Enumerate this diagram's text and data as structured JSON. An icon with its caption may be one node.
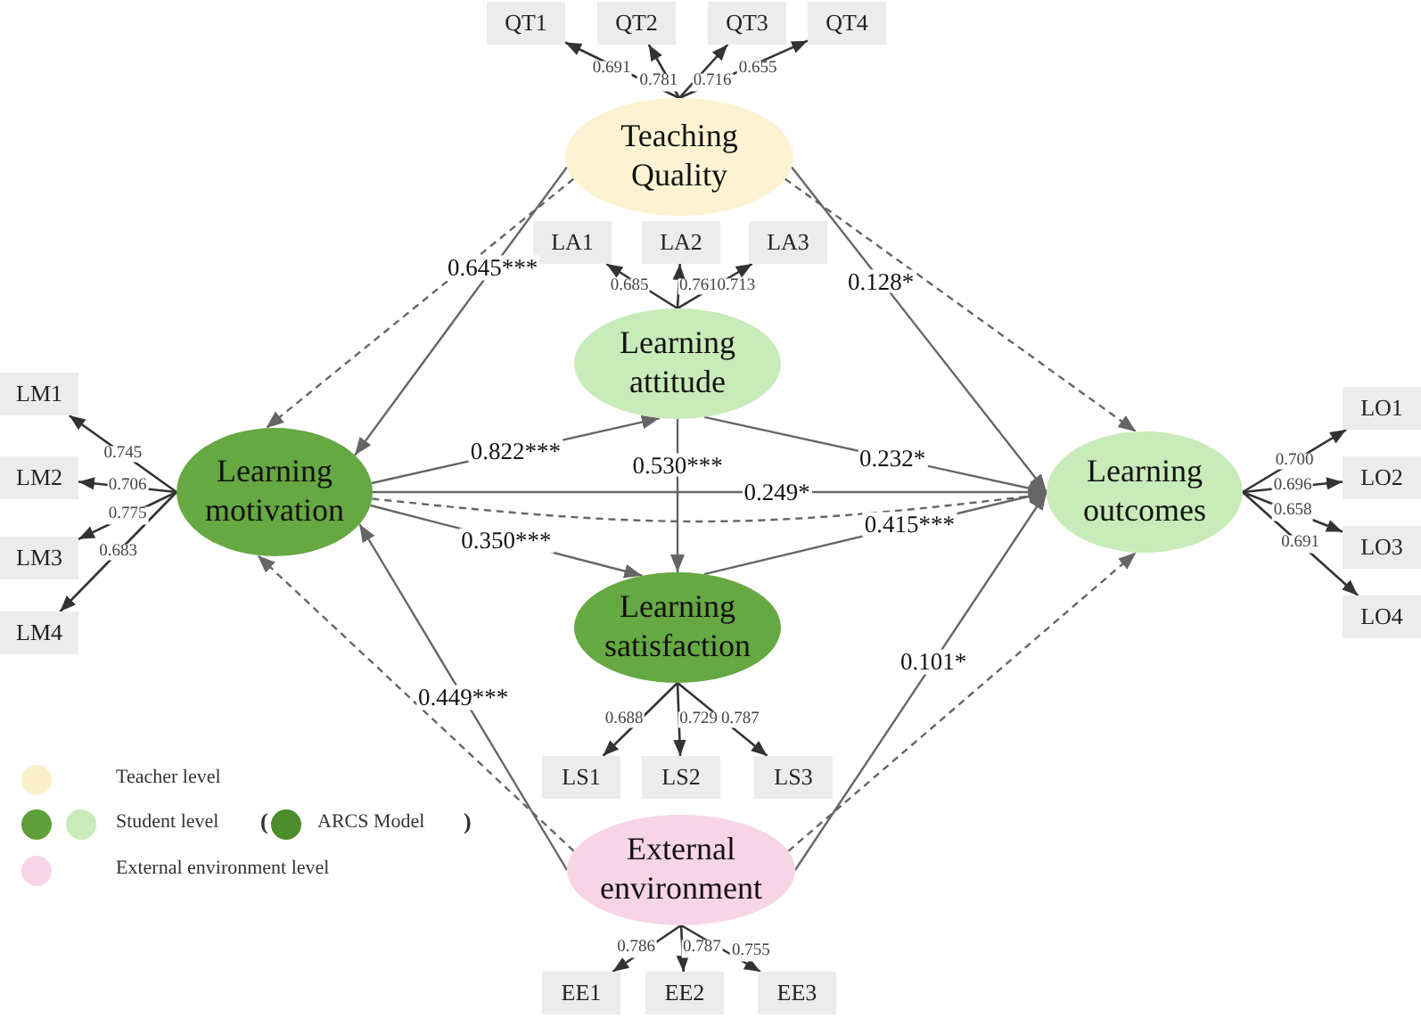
{
  "diagram": {
    "nodes": [
      {
        "text": [
          "QT1"
        ]
      },
      {
        "text": [
          "QT2"
        ]
      },
      {
        "text": [
          "QT3"
        ]
      },
      {
        "text": [
          "QT4"
        ]
      },
      {
        "text": [
          "Teaching Quality"
        ]
      },
      {
        "text": [
          "LA1"
        ]
      },
      {
        "text": [
          "LA2"
        ]
      },
      {
        "text": [
          "LA3"
        ]
      },
      {
        "text": [
          "LM1"
        ]
      },
      {
        "text": [
          "LM2"
        ]
      },
      {
        "text": [
          "LM3"
        ]
      },
      {
        "text": [
          "LM4"
        ]
      },
      {
        "text": [
          "Learning attitude"
        ]
      },
      {
        "text": [
          "Learning motivation"
        ]
      },
      {
        "text": [
          "Learning outcomes"
        ]
      },
      {
        "text": [
          "LO1"
        ]
      },
      {
        "text": [
          "LO2"
        ]
      },
      {
        "text": [
          "LO3"
        ]
      },
      {
        "text": [
          "LO4"
        ]
      },
      {
        "text": [
          "Learning satisfaction"
        ]
      },
      {
        "text": [
          "LS1"
        ]
      },
      {
        "text": [
          "LS2"
        ]
      },
      {
        "text": [
          "LS3"
        ]
      },
      {
        "text": [
          "External environment"
        ]
      },
      {
        "text": [
          "EE1"
        ]
      },
      {
        "text": [
          "EE2"
        ]
      },
      {
        "text": [
          "EE3"
        ]
      }
    ],
    "edges": [
      {
        "from": 4,
        "to": 13,
        "arrow": "to",
        "label": "0.645***"
      },
      {
        "from": 4,
        "to": 13,
        "arrow": "to",
        "style": "dashed"
      },
      {
        "from": 4,
        "to": 14,
        "arrow": "to",
        "label": "0.128*"
      },
      {
        "from": 4,
        "to": 14,
        "arrow": "to",
        "style": "dashed"
      },
      {
        "from": 13,
        "to": 12,
        "arrow": "to",
        "label": "0.822***"
      },
      {
        "from": 12,
        "to": 14,
        "arrow": "to",
        "label": "0.232*"
      },
      {
        "from": 12,
        "to": 19,
        "arrow": "to",
        "label": "0.530***"
      },
      {
        "from": 13,
        "to": 14,
        "arrow": "to",
        "label": "0.249*"
      },
      {
        "from": 13,
        "to": 14,
        "arrow": "to",
        "style": "dashed"
      },
      {
        "from": 13,
        "to": 19,
        "arrow": "to",
        "label": "0.350***"
      },
      {
        "from": 19,
        "to": 14,
        "arrow": "to",
        "label": "0.415***"
      },
      {
        "from": 23,
        "to": 13,
        "arrow": "to",
        "label": "0.449***"
      },
      {
        "from": 23,
        "to": 13,
        "arrow": "to",
        "style": "dashed"
      },
      {
        "from": 23,
        "to": 14,
        "arrow": "to",
        "label": "0.101*"
      },
      {
        "from": 23,
        "to": 14,
        "arrow": "to",
        "style": "dashed"
      },
      {
        "from": 4,
        "to": 0,
        "arrow": "to",
        "label": "0.691"
      },
      {
        "from": 4,
        "to": 1,
        "arrow": "to",
        "label": "0.781"
      },
      {
        "from": 4,
        "to": 2,
        "arrow": "to",
        "label": "0.716"
      },
      {
        "from": 4,
        "to": 3,
        "arrow": "to",
        "label": "0.655"
      },
      {
        "from": 12,
        "to": 5,
        "arrow": "to",
        "label": "0.685"
      },
      {
        "from": 12,
        "to": 6,
        "arrow": "to",
        "label": "0.761"
      },
      {
        "from": 12,
        "to": 7,
        "arrow": "to",
        "label": "0.713"
      },
      {
        "from": 13,
        "to": 8,
        "arrow": "to",
        "label": "0.745"
      },
      {
        "from": 13,
        "to": 9,
        "arrow": "to",
        "label": "0.706"
      },
      {
        "from": 13,
        "to": 10,
        "arrow": "to",
        "label": "0.775"
      },
      {
        "from": 13,
        "to": 11,
        "arrow": "to",
        "label": "0.683"
      },
      {
        "from": 14,
        "to": 15,
        "arrow": "to",
        "label": "0.700"
      },
      {
        "from": 14,
        "to": 16,
        "arrow": "to",
        "label": "0.696"
      },
      {
        "from": 14,
        "to": 17,
        "arrow": "to",
        "label": "0.658"
      },
      {
        "from": 14,
        "to": 18,
        "arrow": "to",
        "label": "0.691"
      },
      {
        "from": 19,
        "to": 20,
        "arrow": "to",
        "label": "0.688"
      },
      {
        "from": 19,
        "to": 21,
        "arrow": "to",
        "label": "0.729"
      },
      {
        "from": 19,
        "to": 22,
        "arrow": "to",
        "label": "0.787"
      },
      {
        "from": 23,
        "to": 24,
        "arrow": "to",
        "label": "0.786"
      },
      {
        "from": 23,
        "to": 25,
        "arrow": "to",
        "label": "0.787"
      },
      {
        "from": 23,
        "to": 26,
        "arrow": "to",
        "label": "0.755"
      }
    ],
    "labels": [
      "(",
      ")"
    ],
    "legend": [
      {
        "text": "Teacher level",
        "color": "#fcf0c8"
      },
      {
        "text": "Student level",
        "color": "#5e9f3a"
      },
      {
        "text": "ARCS Model",
        "color": "#4e8c2c"
      },
      {
        "text": "External environment level",
        "color": "#f8d5e6"
      }
    ]
  }
}
